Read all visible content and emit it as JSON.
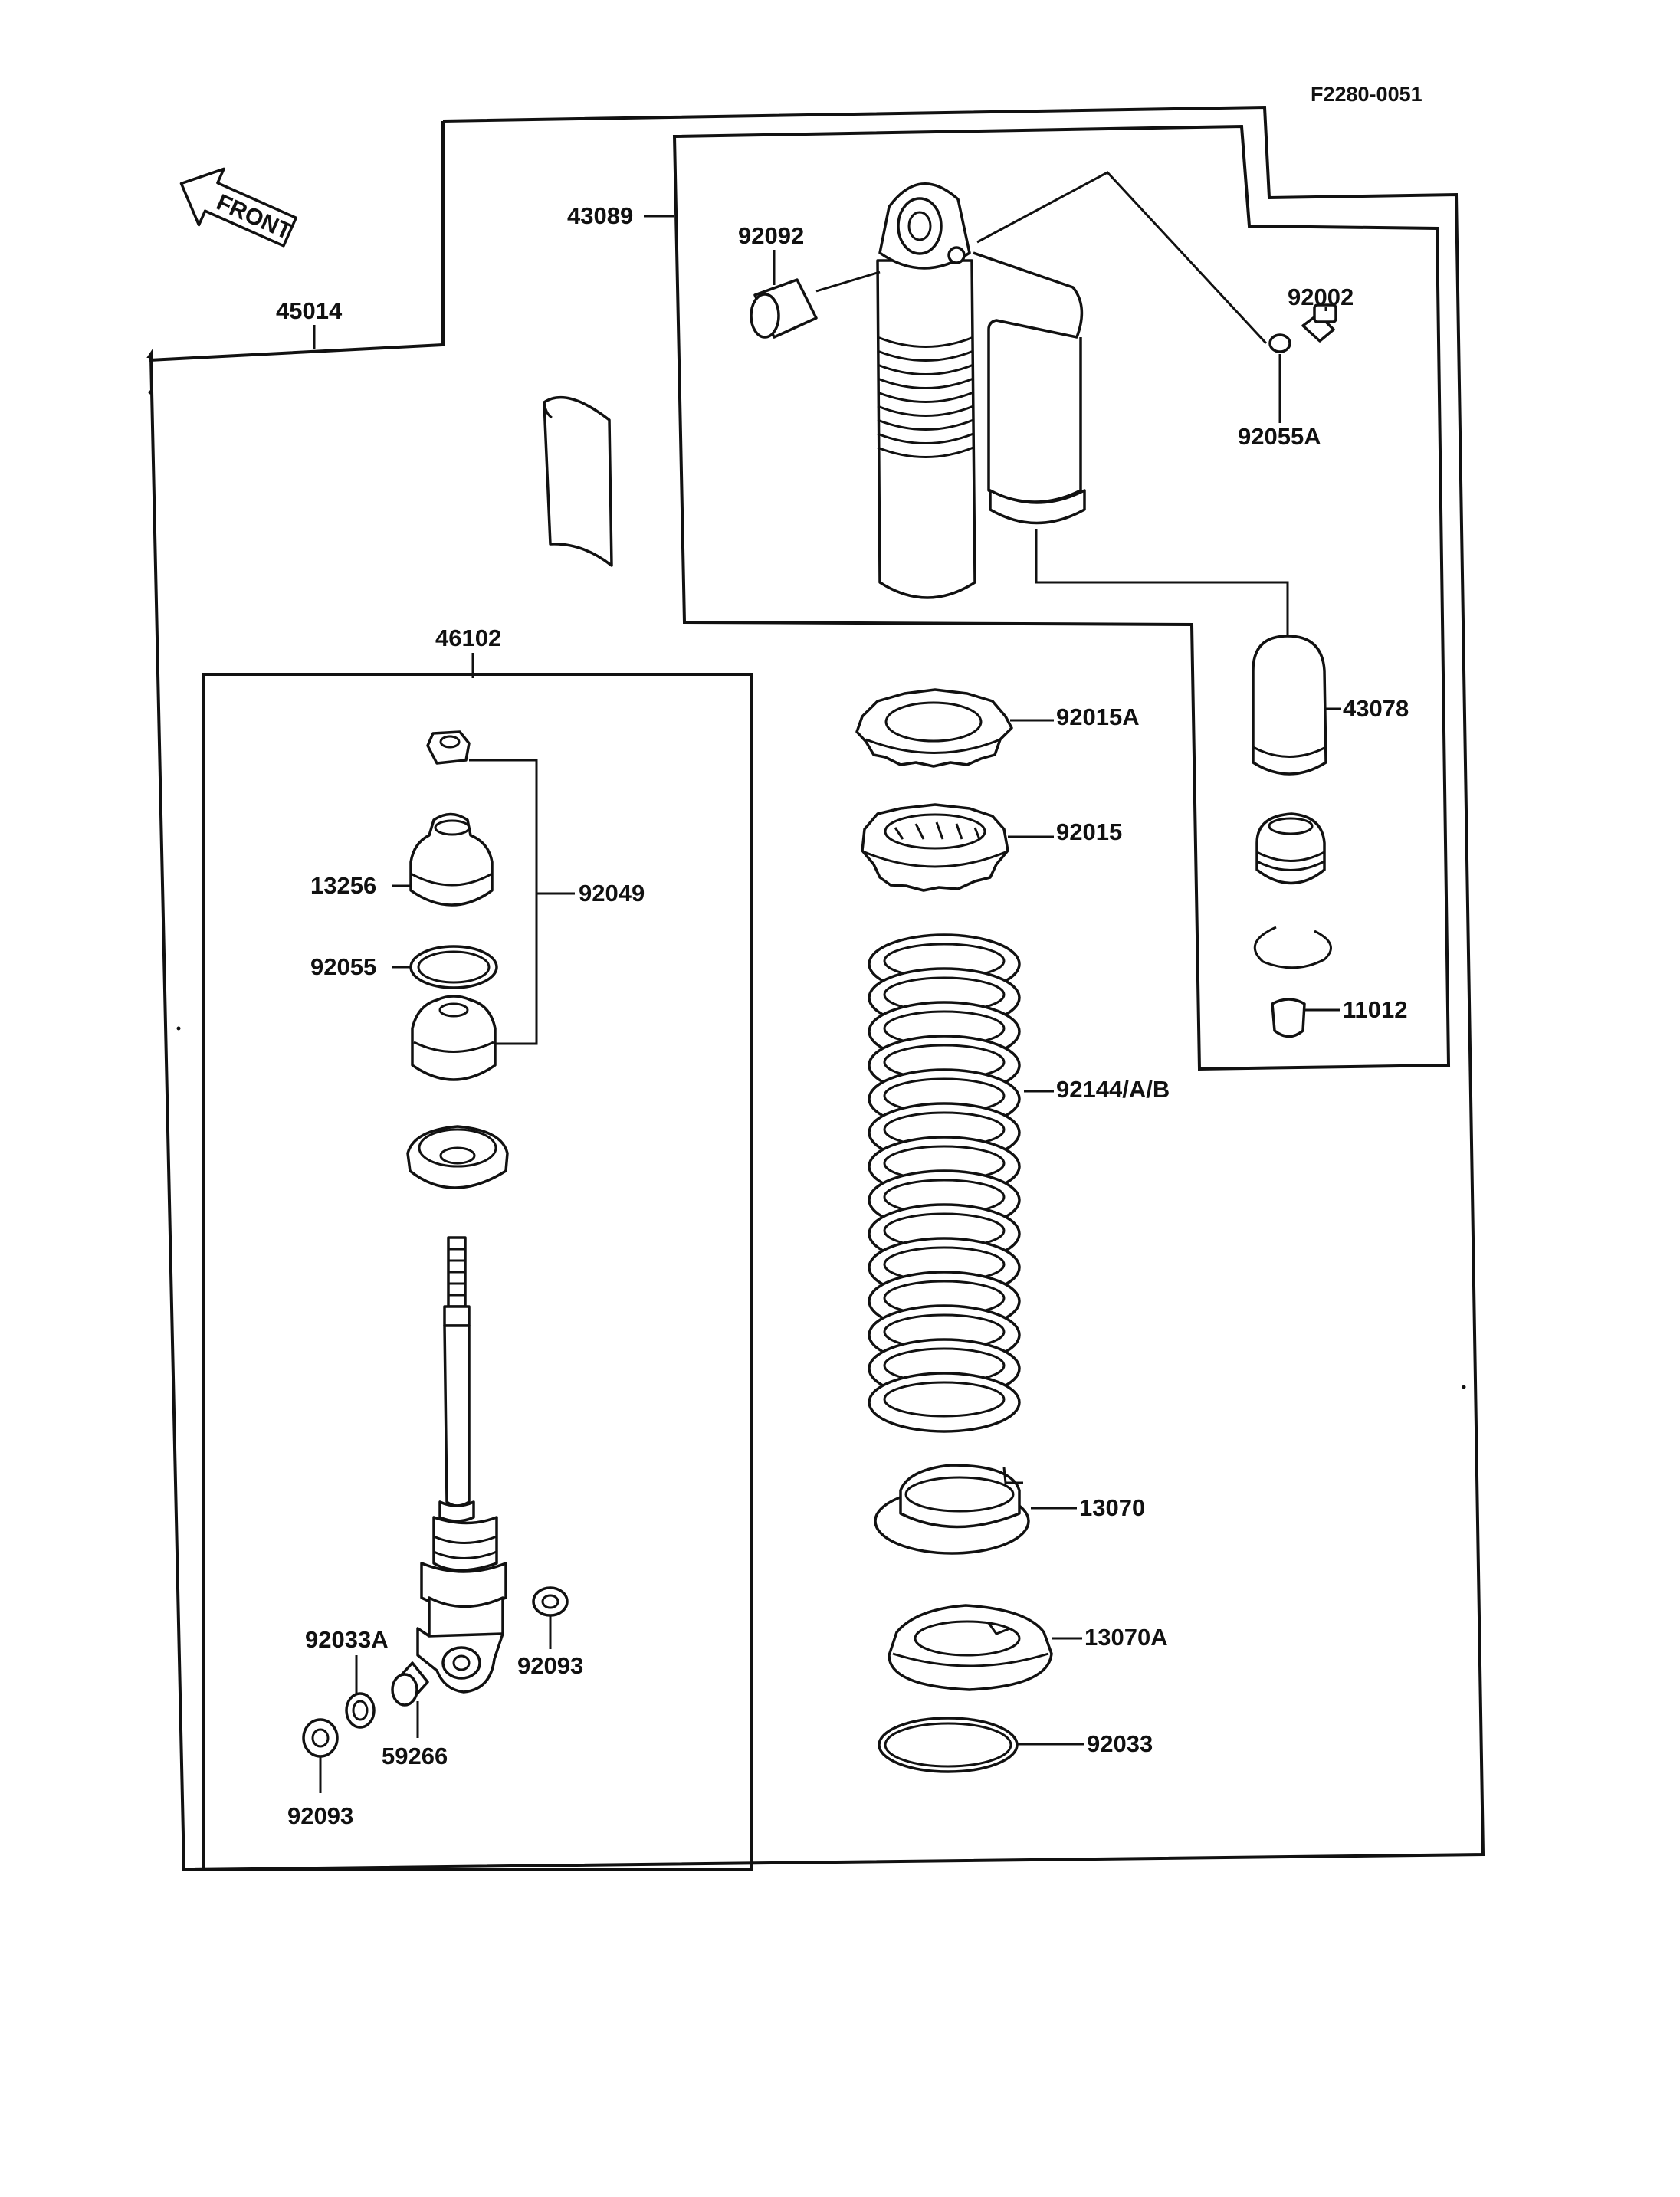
{
  "figure_code": "F2280-0051",
  "front_label": "FRONT",
  "part_labels": {
    "p45014": "45014",
    "p43089": "43089",
    "p92092": "92092",
    "p92002": "92002",
    "p92055A": "92055A",
    "p43078": "43078",
    "p46102": "46102",
    "p92015A": "92015A",
    "p92015": "92015",
    "p13256": "13256",
    "p92049": "92049",
    "p92055": "92055",
    "p11012": "11012",
    "p92144AB": "92144/A/B",
    "p13070": "13070",
    "p13070A": "13070A",
    "p92033A": "92033A",
    "p92093_right": "92093",
    "p59266": "59266",
    "p92093_left": "92093",
    "p92033": "92033"
  }
}
